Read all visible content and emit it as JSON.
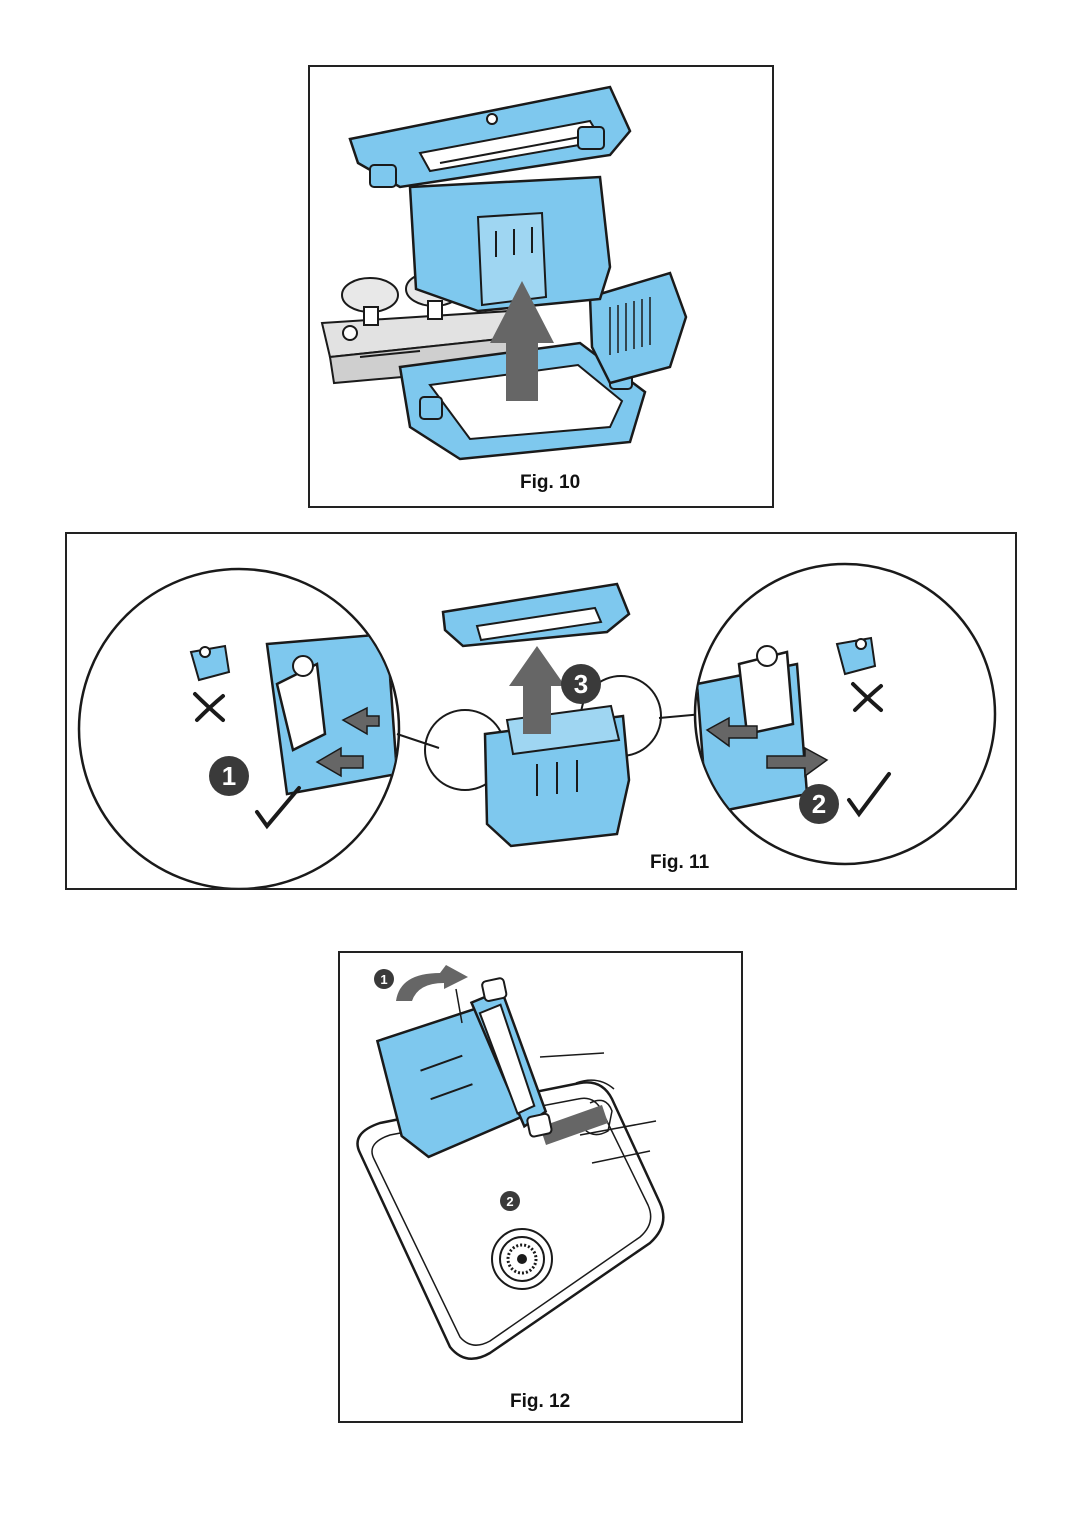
{
  "figures": {
    "fig10": {
      "caption": "Fig. 10"
    },
    "fig11": {
      "caption": "Fig. 11",
      "step_labels": [
        "1",
        "2",
        "3"
      ]
    },
    "fig12": {
      "caption": "Fig. 12",
      "step_labels": [
        "1",
        "2"
      ]
    }
  },
  "colors": {
    "part_blue": "#7ec8ee",
    "outline": "#1a1a1a",
    "arrow_gray": "#666666",
    "metal_gray": "#d9d9d9",
    "badge_dark": "#3a3a3a"
  }
}
